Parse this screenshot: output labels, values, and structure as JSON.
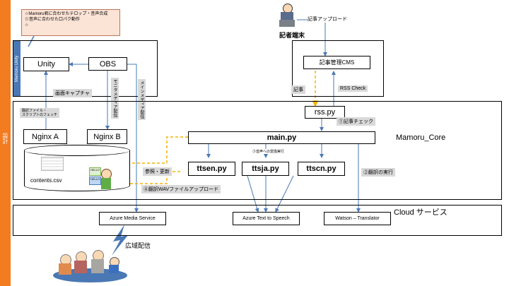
{
  "sidebar": {
    "label": "設計",
    "color": "#f37b20"
  },
  "note": {
    "lines": [
      "☆Mamoru君に合わせたテロップ・音声合成",
      "☆音声に合わせた口パク動作",
      "☆"
    ]
  },
  "mamoru_unity": {
    "label": "Mamoru Unity"
  },
  "unity": {
    "label": "Unity"
  },
  "obs": {
    "label": "OBS"
  },
  "capture_label": "画面キャプチャ",
  "monitor_label": "モニタメディア配信",
  "main_media_label": "メインメディア配信",
  "fetch_label": "翻訳ファイル・\nスクリプトのフェッチ",
  "nginx_a": {
    "label": "Nginx A"
  },
  "nginx_b": {
    "label": "Nginx B"
  },
  "contents": {
    "label": "contents.csv"
  },
  "ref_update_label": "参照・更新",
  "wav_upload_label": "④翻訳WAVファイルアップロード",
  "reporter": {
    "label": "記者端末"
  },
  "article_upload_label": "記事アップロード",
  "cms": {
    "label": "記事管理CMS"
  },
  "kiji_label": "記事",
  "rss_check_label": "RSS Check",
  "rss": {
    "label": "rss.py"
  },
  "article_check_label": "①記事チェック",
  "main": {
    "label": "main.py"
  },
  "core_label": "Mamoru_Core",
  "voice_exec_label": "③音声への変換実行",
  "translate_exec_label": "②翻訳の実行",
  "tts": [
    {
      "label": "ttsen.py"
    },
    {
      "label": "ttsja.py"
    },
    {
      "label": "ttscn.py"
    }
  ],
  "cloud_label": "Cloud サービス",
  "services": {
    "azure_media": "Azure Media Service",
    "azure_tts": "Azure Text to Speech",
    "watson": "Watson – Translator"
  },
  "broadcast_label": "広域配信",
  "colors": {
    "orange_dashed": "#f5b400",
    "blue_arrow": "#4a78b5",
    "grey_label": "#d9d9d9"
  }
}
